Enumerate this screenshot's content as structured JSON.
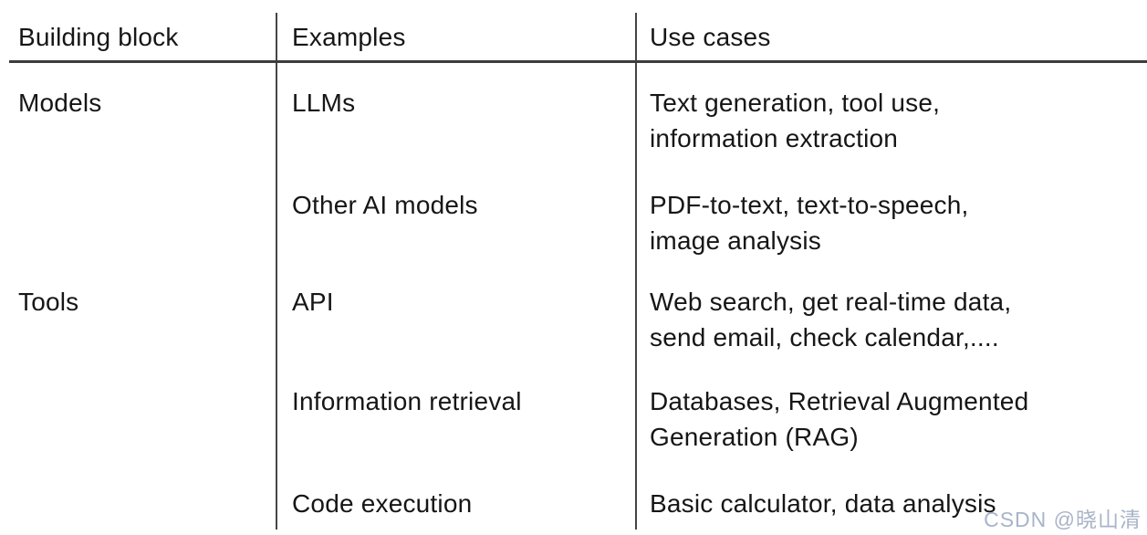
{
  "table": {
    "columns": [
      {
        "label": "Building block"
      },
      {
        "label": "Examples"
      },
      {
        "label": "Use cases"
      }
    ],
    "rows": [
      {
        "block": "Models",
        "example": "LLMs",
        "use_cases": "Text generation, tool use,\ninformation extraction"
      },
      {
        "block": "",
        "example": "Other AI models",
        "use_cases": "PDF-to-text, text-to-speech,\nimage analysis"
      },
      {
        "block": "Tools",
        "example": "API",
        "use_cases": "Web search, get real-time data,\nsend email, check calendar,...."
      },
      {
        "block": "",
        "example": "Information retrieval",
        "use_cases": "Databases, Retrieval Augmented\nGeneration (RAG)"
      },
      {
        "block": "",
        "example": "Code execution",
        "use_cases": "Basic calculator, data analysis"
      }
    ]
  },
  "watermark": {
    "text": "CSDN @晓山清",
    "color": "#9eacc2"
  },
  "colors": {
    "background": "#ffffff",
    "text": "#161616",
    "line": "#3d3d3d"
  }
}
